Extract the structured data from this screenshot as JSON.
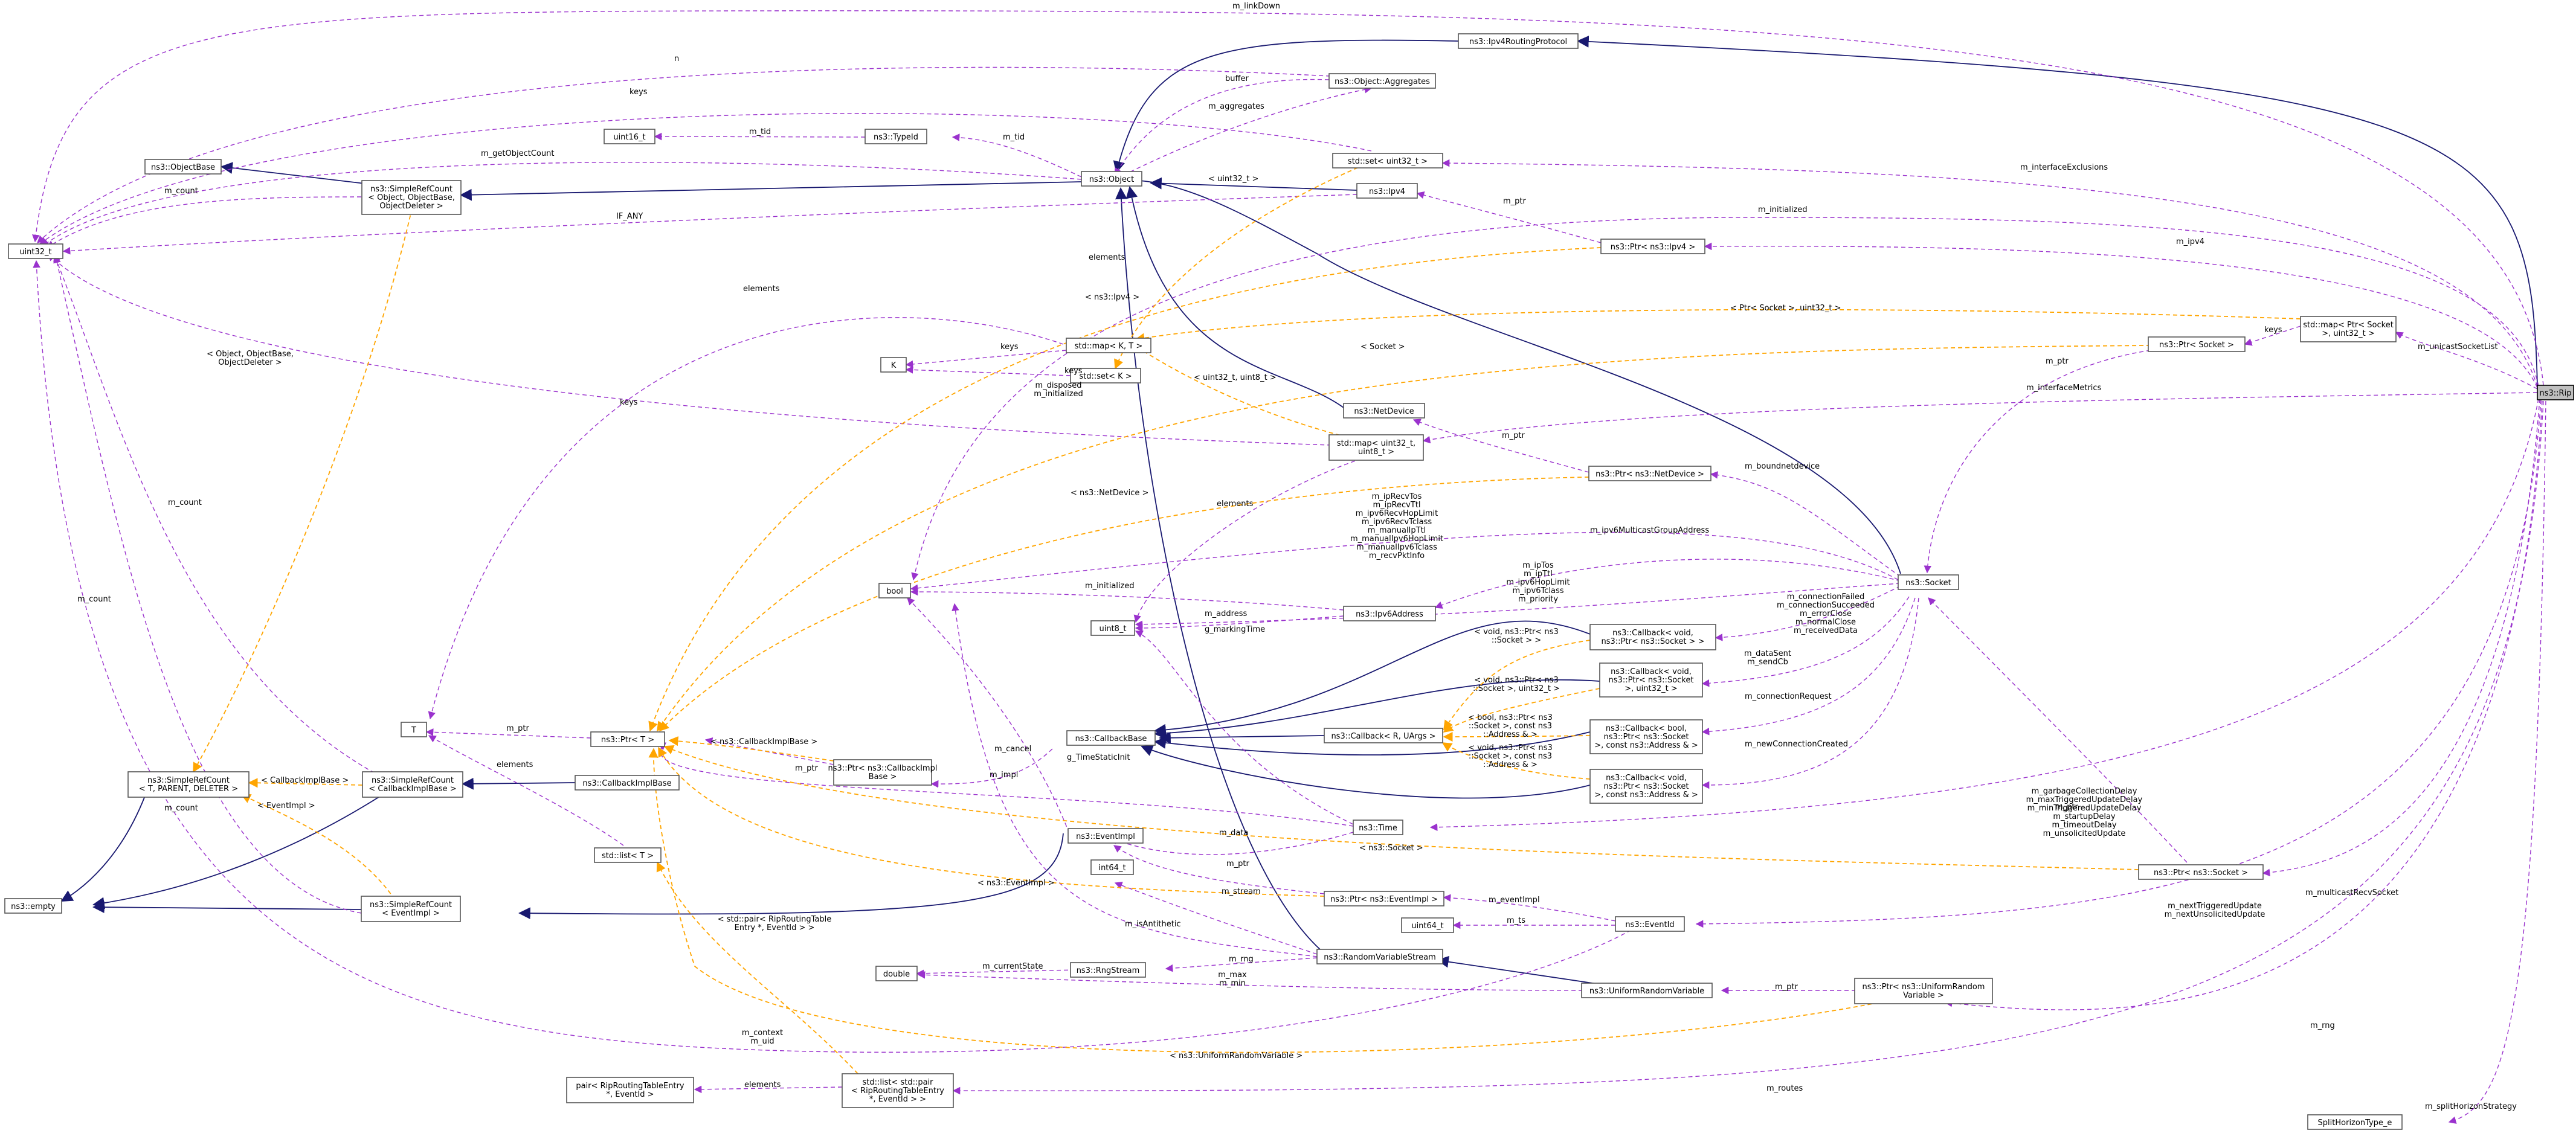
{
  "nodes": {
    "rip": "ns3::Rip",
    "uint32": "uint32_t",
    "empty": "ns3::empty",
    "objectbase": "ns3::ObjectBase",
    "srcObj": [
      "ns3::SimpleRefCount",
      "< Object, ObjectBase,",
      "ObjectDeleter >"
    ],
    "srcTPD": [
      "ns3::SimpleRefCount",
      "< T, PARENT, DELETER >"
    ],
    "srcCIB": [
      "ns3::SimpleRefCount",
      "< CallbackImplBase >"
    ],
    "srcEI": [
      "ns3::SimpleRefCount",
      "< EventImpl >"
    ],
    "T": "T",
    "K": "K",
    "bool": "bool",
    "double": "double",
    "uint8": "uint8_t",
    "int64": "int64_t",
    "uint64": "uint64_t",
    "uint16": "uint16_t",
    "typeid": "ns3::TypeId",
    "object": "ns3::Object",
    "aggregates": "ns3::Object::Aggregates",
    "ipv4rp": "ns3::Ipv4RoutingProtocol",
    "setU32": "std::set< uint32_t >",
    "ipv4": "ns3::Ipv4",
    "ptrIpv4": "ns3::Ptr< ns3::Ipv4 >",
    "mapKT": "std::map< K, T >",
    "setK": "std::set< K >",
    "netdevice": "ns3::NetDevice",
    "mapU32U8": [
      "std::map< uint32_t,",
      "uint8_t >"
    ],
    "ptrNetDevice": "ns3::Ptr< ns3::NetDevice >",
    "mapPtrSocket": [
      "std::map< Ptr< Socket",
      ">, uint32_t >"
    ],
    "ptrSocket1": "ns3::Ptr< Socket >",
    "socket": "ns3::Socket",
    "ipv6addr": "ns3::Ipv6Address",
    "cbVoid1": [
      "ns3::Callback< void,",
      "ns3::Ptr< ns3::Socket > >"
    ],
    "cbVoid2": [
      "ns3::Callback< void,",
      "ns3::Ptr< ns3::Socket",
      ">, uint32_t >"
    ],
    "callbackbase": "ns3::CallbackBase",
    "cbRUArgs": "ns3::Callback< R, UArgs >",
    "cbBool": [
      "ns3::Callback< bool,",
      "ns3::Ptr< ns3::Socket",
      ">, const ns3::Address & >"
    ],
    "cbVoid3": [
      "ns3::Callback< void,",
      "ns3::Ptr< ns3::Socket",
      ">, const ns3::Address & >"
    ],
    "ptrT": "ns3::Ptr< T >",
    "ptrCIB": [
      "ns3::Ptr< ns3::CallbackImpl",
      "Base >"
    ],
    "cbImplBase": "ns3::CallbackImplBase",
    "time": "ns3::Time",
    "eventImpl": "ns3::EventImpl",
    "listT": "std::list< T >",
    "ptrSocket2": "ns3::Ptr< ns3::Socket >",
    "ptrEventImpl": "ns3::Ptr< ns3::EventImpl >",
    "eventId": "ns3::EventId",
    "rngStream": "ns3::RngStream",
    "rvs": "ns3::RandomVariableStream",
    "urv": "ns3::UniformRandomVariable",
    "ptrURV": [
      "ns3::Ptr< ns3::UniformRandom",
      "Variable >"
    ],
    "pairRip": [
      "pair< RipRoutingTableEntry",
      "*, EventId >"
    ],
    "listPair": [
      "std::list< std::pair",
      "< RipRoutingTableEntry",
      "*, EventId > >"
    ],
    "splitHorizon": "SplitHorizonType_e"
  },
  "labels": {
    "m_linkDown": "m_linkDown",
    "n": "n",
    "keys_top": "keys",
    "buffer": "buffer",
    "m_aggregates": "m_aggregates",
    "m_tid_a": "m_tid",
    "m_tid_b": "m_tid",
    "m_getObjectCount": "m_getObjectCount",
    "m_count_a": "m_count",
    "u32_lt": "< uint32_t >",
    "m_interfaceExclusions": "m_interfaceExclusions",
    "IF_ANY": "IF_ANY",
    "m_initialized_rip": "m_initialized",
    "m_ptr_ipv4": "m_ptr",
    "elements_a": "elements",
    "m_ipv4": "m_ipv4",
    "tpl_ptrIpv4": "< ns3::Ipv4 >",
    "tpl_ptrSocketU32": "< Ptr< Socket >, uint32_t >",
    "elements_b": "elements",
    "keys_b": "keys",
    "keys_mapPtr": "keys",
    "m_unicastSocketList": "m_unicastSocketList",
    "tpl_cobj": [
      "< Object, ObjectBase,",
      "ObjectDeleter >"
    ],
    "tpl_socket": "< Socket >",
    "m_ptr_sock1": "m_ptr",
    "keys_c": "keys",
    "m_disposed": [
      "m_disposed",
      "m_initialized"
    ],
    "tpl_u32u8": "< uint32_t, uint8_t >",
    "m_interfaceMetrics": "m_interfaceMetrics",
    "keys_d": "keys",
    "m_count_b": "m_count",
    "m_ptr_nd": "m_ptr",
    "tpl_netdevice": "< ns3::NetDevice >",
    "m_boundnetdevice": "m_boundnetdevice",
    "elements_c": "elements",
    "sock_bool_attrs": [
      "m_ipRecvTos",
      "m_ipRecvTtl",
      "m_ipv6RecvHopLimit",
      "m_ipv6RecvTclass",
      "m_manualIpTtl",
      "m_manualIpv6HopLimit",
      "m_manualIpv6Tclass",
      "m_recvPktInfo"
    ],
    "m_ipv6MulticastGroupAddress": "m_ipv6MulticastGroupAddress",
    "sock_u8_attrs": [
      "m_ipTos",
      "m_ipTtl",
      "m_ipv6HopLimit",
      "m_ipv6Tclass",
      "m_priority"
    ],
    "m_initialized_b": "m_initialized",
    "m_address": "m_address",
    "g_markingTime": "g_markingTime",
    "m_count_c": "m_count",
    "sock_cb1": [
      "m_connectionFailed",
      "m_connectionSucceeded",
      "m_errorClose",
      "m_normalClose",
      "m_receivedData"
    ],
    "tpl_cbVoid1": [
      "< void, ns3::Ptr< ns3",
      "::Socket > >"
    ],
    "m_dataSent": [
      "m_dataSent",
      "m_sendCb"
    ],
    "tpl_cbVoid2": [
      "< void, ns3::Ptr< ns3",
      "::Socket >, uint32_t >"
    ],
    "m_connectionRequest": "m_connectionRequest",
    "tpl_cbBool": [
      "< bool, ns3::Ptr< ns3",
      "::Socket >, const ns3",
      "::Address & >"
    ],
    "tpl_cbVoid3": [
      "< void, ns3::Ptr< ns3",
      "::Socket >, const ns3",
      "::Address & >"
    ],
    "m_newConnectionCreated": "m_newConnectionCreated",
    "m_ptr_T": "m_ptr",
    "tpl_cibase": "< ns3::CallbackImplBase >",
    "m_cancel": "m_cancel",
    "m_ptr_cib": "m_ptr",
    "m_impl": "m_impl",
    "g_timeStatic": "g_TimeStaticInit",
    "elements_d": "elements",
    "tpl_cib2": "< CallbackImplBase >",
    "tpl_eventimpl": "< EventImpl >",
    "m_count_d": "m_count",
    "rip_time_attrs": [
      "m_garbageCollectionDelay",
      "m_maxTriggeredUpdateDelay",
      "m_minTriggeredUpdateDelay",
      "m_startupDelay",
      "m_timeoutDelay",
      "m_unsolicitedUpdate"
    ],
    "tpl_nssocket": "< ns3::Socket >",
    "m_data": "m_data",
    "m_ptr_ei": "m_ptr",
    "m_ptr_sock2": "m_ptr",
    "m_multicastRecvSocket": "m_multicastRecvSocket",
    "tpl_nseventimpl": "< ns3::EventImpl >",
    "m_stream": "m_stream",
    "m_eventImpl": "m_eventImpl",
    "m_ts": "m_ts",
    "m_nextTriggered": [
      "m_nextTriggeredUpdate",
      "m_nextUnsolicitedUpdate"
    ],
    "tpl_pairRip": [
      "< std::pair< RipRoutingTable",
      "Entry *, EventId > >"
    ],
    "m_isAntithetic": "m_isAntithetic",
    "m_currentState": "m_currentState",
    "m_rng": "m_rng",
    "m_max_min": [
      "m_max",
      "m_min"
    ],
    "m_ptr_urv": "m_ptr",
    "m_rng_rip": "m_rng",
    "m_context_uid": [
      "m_context",
      "m_uid"
    ],
    "tpl_urv": "< ns3::UniformRandomVariable >",
    "elements_e": "elements",
    "m_routes": "m_routes",
    "m_splitHorizonStrategy": "m_splitHorizonStrategy"
  },
  "colors": {
    "uses_edge": "#9a32cd",
    "inheritance_edge": "#191970",
    "template_edge": "#ffa500",
    "focus_fill": "#bfbfbf"
  }
}
